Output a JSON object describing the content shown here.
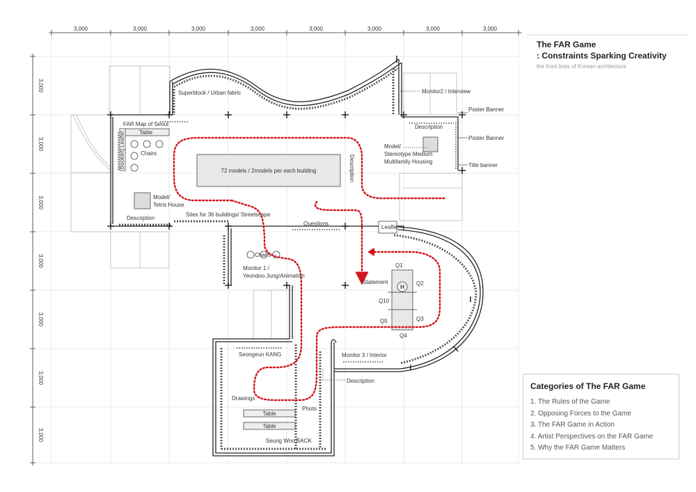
{
  "header": {
    "title_line1": "The FAR Game",
    "title_line2": ": Constraints Sparking Creativity",
    "subtitle": "the front lines of Korean architecture"
  },
  "dimensions": {
    "top": [
      "3,000",
      "3,000",
      "3,000",
      "3,000",
      "3,000",
      "3,000",
      "3,000",
      "3,000"
    ],
    "left": [
      "3,000",
      "3,000",
      "3,000",
      "3,000",
      "3,000",
      "3,000",
      "3,000"
    ]
  },
  "labels": {
    "superblock": "Superblock / Urban fabric",
    "monitor2": "Monitor2 / Interview",
    "poster1": "Poster Banner",
    "poster2": "Poster Banner",
    "title_banner": "Title banner",
    "description_right": "Description",
    "model_stereotype_1": "Model/",
    "model_stereotype_2": "Stereotype Medium",
    "model_stereotype_3": "Multifamily Housing",
    "far_map": "FAR Map of Seoul",
    "table_top": "Table",
    "leaflet_left": "Leaflet",
    "booklet": "Booklet",
    "chairs": "Chairs",
    "models_center": "72 models / 2models per each building",
    "description_vertical": "Description",
    "model_tetris_1": "Model/",
    "model_tetris_2": "Tetris House",
    "description_left": "Description",
    "sites": "Sites for 36 buildings/ Streetscape",
    "questions": "Questions",
    "leaflet_right": "Leaflet",
    "chairs_small": "Chairs",
    "monitor1_1": "Monitor 1  /",
    "monitor1_2": "Yeondoo Jung/Animation",
    "statement": "Statement",
    "q1": "Q1",
    "q2": "Q2",
    "q3": "Q3",
    "q4": "Q4",
    "q5": "Q5",
    "q10": "Q10",
    "center_h": "H",
    "seongeun": "Seongeun KANG",
    "monitor3": "Monitor 3 / Interior",
    "description_bottom": "Description",
    "drawings": "Drawings",
    "photo": "Photo",
    "table_b1": "Table",
    "table_b2": "Table",
    "seungwoo": "Seung Woo BACK"
  },
  "categories": {
    "title": "Categories of The FAR Game",
    "items": [
      "1. The Rules of the Game",
      "2. Opposing Forces to the Game",
      "3. The FAR Game in Action",
      "4. Artist Perspectives on the FAR Game",
      "5. Why the FAR Game Matters"
    ]
  },
  "colors": {
    "path": "#d4141c",
    "wall": "#222222",
    "light_line": "#b8b8b8",
    "dotted": "#555555"
  }
}
